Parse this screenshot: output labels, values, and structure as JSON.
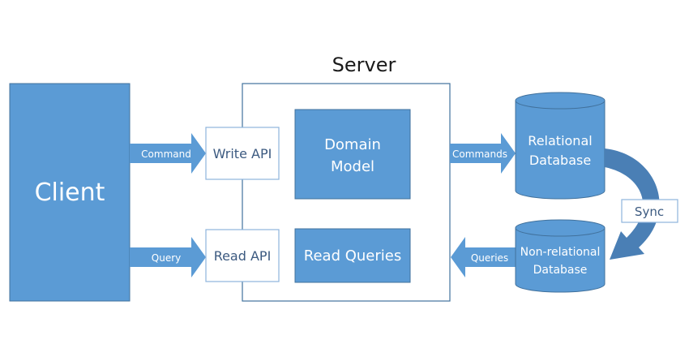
{
  "colors": {
    "fill": "#5b9bd5",
    "fill_dark": "#4a7fb5",
    "stroke": "#41719c",
    "text_light": "#ffffff",
    "text_dark": "#3c5a80",
    "label_dark": "#1a1a1a",
    "api_box_fill": "#ffffff",
    "api_box_stroke": "#8eb4dc"
  },
  "title": "Server",
  "client": {
    "label": "Client"
  },
  "apis": {
    "write": "Write API",
    "read": "Read API"
  },
  "server_blocks": {
    "domain_model": [
      "Domain",
      "Model"
    ],
    "read_queries": "Read Queries"
  },
  "databases": {
    "relational": [
      "Relational",
      "Database"
    ],
    "non_relational": [
      "Non-relational",
      "Database"
    ]
  },
  "arrows": {
    "command": "Command",
    "query": "Query",
    "commands": "Commands",
    "queries": "Queries"
  },
  "sync": "Sync"
}
